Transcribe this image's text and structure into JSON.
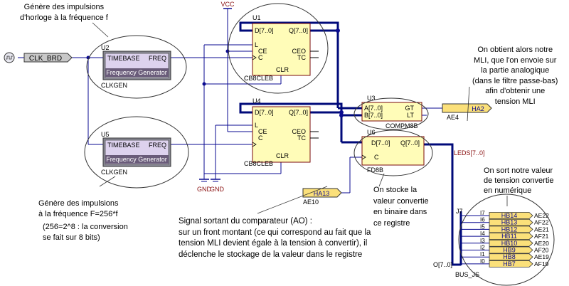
{
  "annotations": {
    "top_left": "Génère des impulsions\nd'horloge à la fréquence f",
    "bottom_left": "Génère des impulsions\nà la fréquence F=256*f",
    "bottom_left_note": "(256=2^8 : la conversion\nse fait sur 8 bits)",
    "comparator_signal": "Signal sortant du comparateur (AO) :\nsur un front montant (ce qui correspond au fait que la\ntension MLI devient égale à la tension à convertir), il\ndéclenche le stockage de la valeur dans le registre",
    "register_note": "On stocke la\nvaleur convertie\nen binaire dans\nce registre",
    "mli_note": "On obtient alors notre\nMLI, que l'on envoie sur\nla partie analogique\n(dans le filtre passe-bas)\nafin d'obtenir une\ntension MLI",
    "digital_note": "On sort notre valeur\nde tension convertie\nen numérique"
  },
  "schematic": {
    "input_port": "CLK_BRD",
    "vcc": "VCC",
    "gnd_labels": [
      "GND",
      "GND"
    ],
    "bus_leds": "LEDS[7..0]",
    "bus_o": "O[7..0]",
    "bus_js": "BUS_JS",
    "connector": "J7",
    "clkgen_u2": {
      "ref": "U2",
      "type": "CLKGEN",
      "pin_in": "TIMEBASE",
      "pin_out": "FREQ",
      "body": "Frequency Generator"
    },
    "clkgen_u5": {
      "ref": "U5",
      "type": "CLKGEN",
      "pin_in": "TIMEBASE",
      "pin_out": "FREQ",
      "body": "Frequency Generator"
    },
    "counter_u1": {
      "ref": "U1",
      "type": "CB8CLEB",
      "pin_d": "D[7..0]",
      "pin_q": "Q[7..0]",
      "pin_l": "L",
      "pin_ce": "CE",
      "pin_c": "C",
      "pin_ceo": "CEO",
      "pin_tc": "TC",
      "pin_clr": "CLR"
    },
    "counter_u4": {
      "ref": "U4",
      "type": "CB8CLEB",
      "pin_d": "D[7..0]",
      "pin_q": "Q[7..0]",
      "pin_l": "L",
      "pin_ce": "CE",
      "pin_c": "C",
      "pin_ceo": "CEO",
      "pin_tc": "TC",
      "pin_clr": "CLR"
    },
    "comparator_u3": {
      "ref": "U3",
      "type": "COMPM8B",
      "pin_a": "A[7..0]",
      "pin_b": "B[7..0]",
      "pin_gt": "GT",
      "pin_lt": "LT"
    },
    "register_u6": {
      "ref": "U6",
      "type": "FD8B",
      "pin_d": "D[7..0]",
      "pin_q": "Q[7..0]",
      "pin_c": "C"
    },
    "port_ha2": {
      "label": "HA2",
      "net": "AE4"
    },
    "port_ha13": {
      "label": "HA13",
      "net": "AE10"
    },
    "outputs": [
      {
        "pin": "I7",
        "label": "HB14",
        "net": "AE22"
      },
      {
        "pin": "I6",
        "label": "HB13",
        "net": "AF22"
      },
      {
        "pin": "I5",
        "label": "HB12",
        "net": "AE21"
      },
      {
        "pin": "I4",
        "label": "HB11",
        "net": "AF21"
      },
      {
        "pin": "I3",
        "label": "HB10",
        "net": "AE20"
      },
      {
        "pin": "I2",
        "label": "HB9",
        "net": "AF20"
      },
      {
        "pin": "I1",
        "label": "HB8",
        "net": "AE19"
      },
      {
        "pin": "I0",
        "label": "HB7",
        "net": "AF19"
      }
    ]
  },
  "colors": {
    "wire": "#0a0a90",
    "bus": "#000a7a",
    "component_fill": "#fffcb8",
    "component_border": "#7a0a0a",
    "clkgen_fill": "#8a8a96",
    "clkgen_inner": "#ddd2ee",
    "clkgen_label_bar": "#6a5c7a",
    "port_fill": "#fbe07a",
    "port_text": "#0a0a90",
    "gnd_text": "#8a1010",
    "outline": "#333333"
  }
}
